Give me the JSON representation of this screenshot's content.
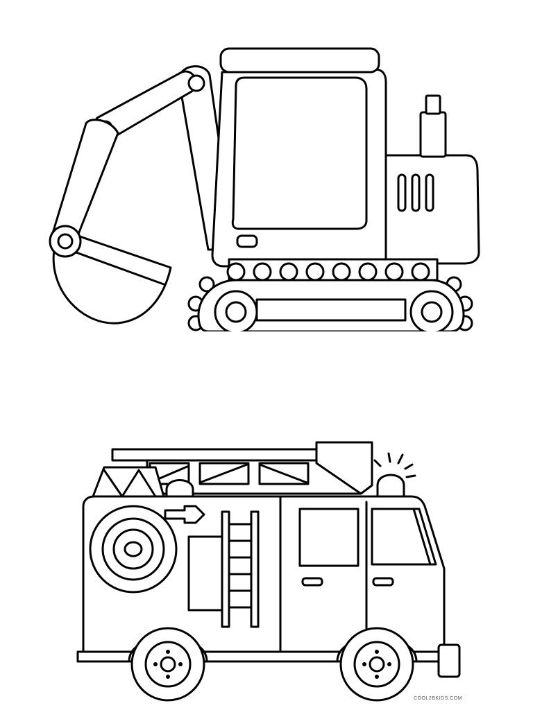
{
  "watermark": "COOL2BKIDS.COM",
  "colors": {
    "line": "#000000",
    "paper": "#ffffff"
  },
  "illustrations": [
    "excavator",
    "fire-truck"
  ]
}
